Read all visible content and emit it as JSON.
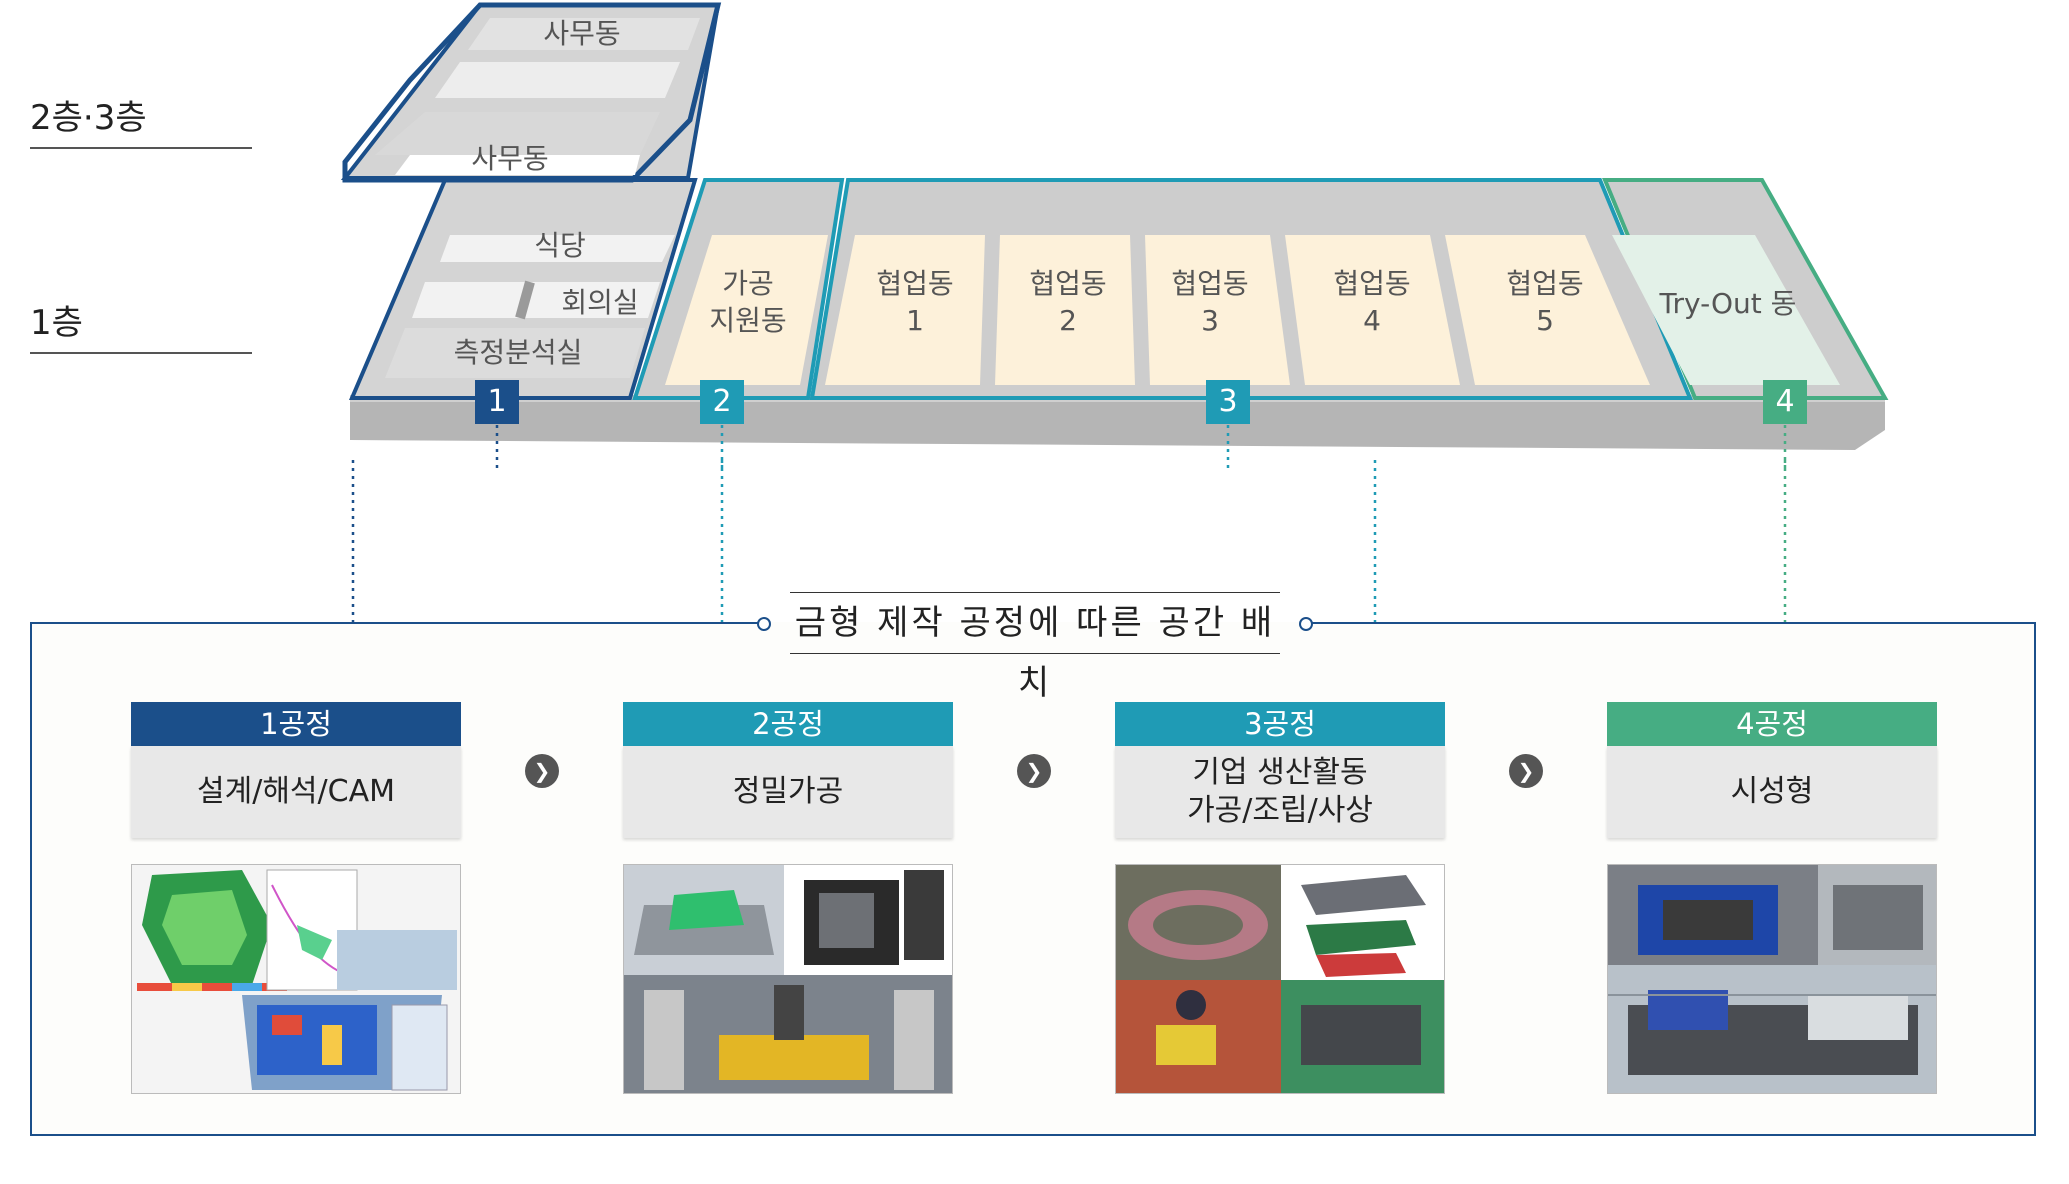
{
  "floors": {
    "upper_label": "2층·3층",
    "ground_label": "1층"
  },
  "building": {
    "upper_rooms": [
      "사무동",
      "사무동"
    ],
    "zone1_rooms": [
      "식당",
      "회의실",
      "측정분석실"
    ],
    "zone2_room": [
      "가공",
      "지원동"
    ],
    "cooperation_rooms": [
      {
        "name": "협업동",
        "number": "1"
      },
      {
        "name": "협업동",
        "number": "2"
      },
      {
        "name": "협업동",
        "number": "3"
      },
      {
        "name": "협업동",
        "number": "4"
      },
      {
        "name": "협업동",
        "number": "5"
      }
    ],
    "tryout_room": "Try-Out 동",
    "badges": [
      "1",
      "2",
      "3",
      "4"
    ]
  },
  "layout_title": "금형 제작 공정에 따른 공간 배치",
  "stages": [
    {
      "head": "1공정",
      "body": "설계/해석/CAM",
      "color": "#1b4f8a"
    },
    {
      "head": "2공정",
      "body": "정밀가공",
      "color": "#1f9bb5"
    },
    {
      "head": "3공정",
      "body": "기업 생산활동\n가공/조립/사상",
      "color": "#1f9bb5"
    },
    {
      "head": "4공정",
      "body": "시성형",
      "color": "#46ad83"
    }
  ],
  "colors": {
    "zone1": "#1b4f8a",
    "zone2": "#1f9bb5",
    "zone3": "#1f9bb5",
    "zone4": "#46ad83",
    "room_fill": "#fdf1da",
    "tryout_fill": "#e3f1e8",
    "concrete": "#b5b5b5"
  }
}
